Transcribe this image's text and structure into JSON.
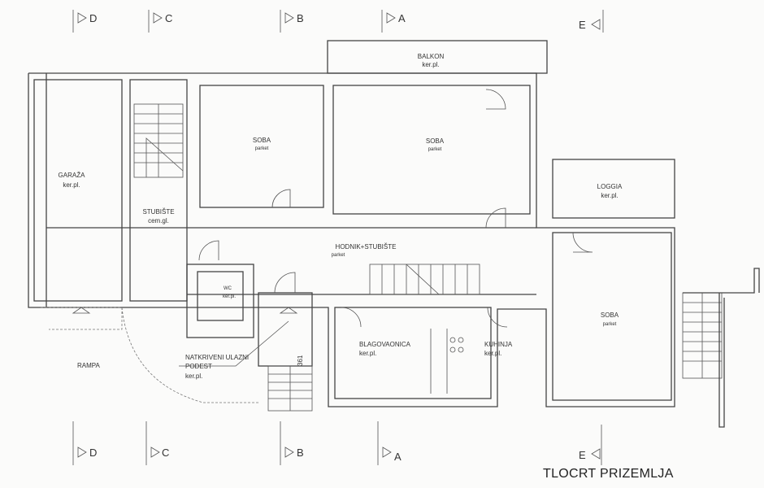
{
  "title": "TLOCRT PRIZEMLJA",
  "sections": {
    "d": "D",
    "c": "C",
    "b": "B",
    "a": "A",
    "e": "E"
  },
  "rooms": {
    "garaza": {
      "name": "GARAŽA",
      "floor": "ker.pl."
    },
    "stubiste": {
      "name": "STUBIŠTE",
      "floor": "cem.gl."
    },
    "soba1": {
      "name": "SOBA",
      "floor": "parket"
    },
    "soba2": {
      "name": "SOBA",
      "floor": "parket"
    },
    "balkon": {
      "name": "BALKON",
      "floor": "ker.pl."
    },
    "loggia": {
      "name": "LOGGIA",
      "floor": "ker.pl."
    },
    "hodnik": {
      "name": "HODNIK+STUBIŠTE",
      "floor": "parket"
    },
    "wc": {
      "name": "WC",
      "floor": "ker.pl."
    },
    "blagovaonica": {
      "name": "BLAGOVAONICA",
      "floor": "ker.pl."
    },
    "kuhinja": {
      "name": "KUHINJA",
      "floor": "ker.pl."
    },
    "soba3": {
      "name": "SOBA",
      "floor": "parket"
    },
    "rampa": {
      "name": "RAMPA"
    },
    "podest": {
      "line1": "NATKRIVENI ULAZNI",
      "line2": "PODEST",
      "floor": "ker.pl."
    }
  },
  "dimension": "361"
}
